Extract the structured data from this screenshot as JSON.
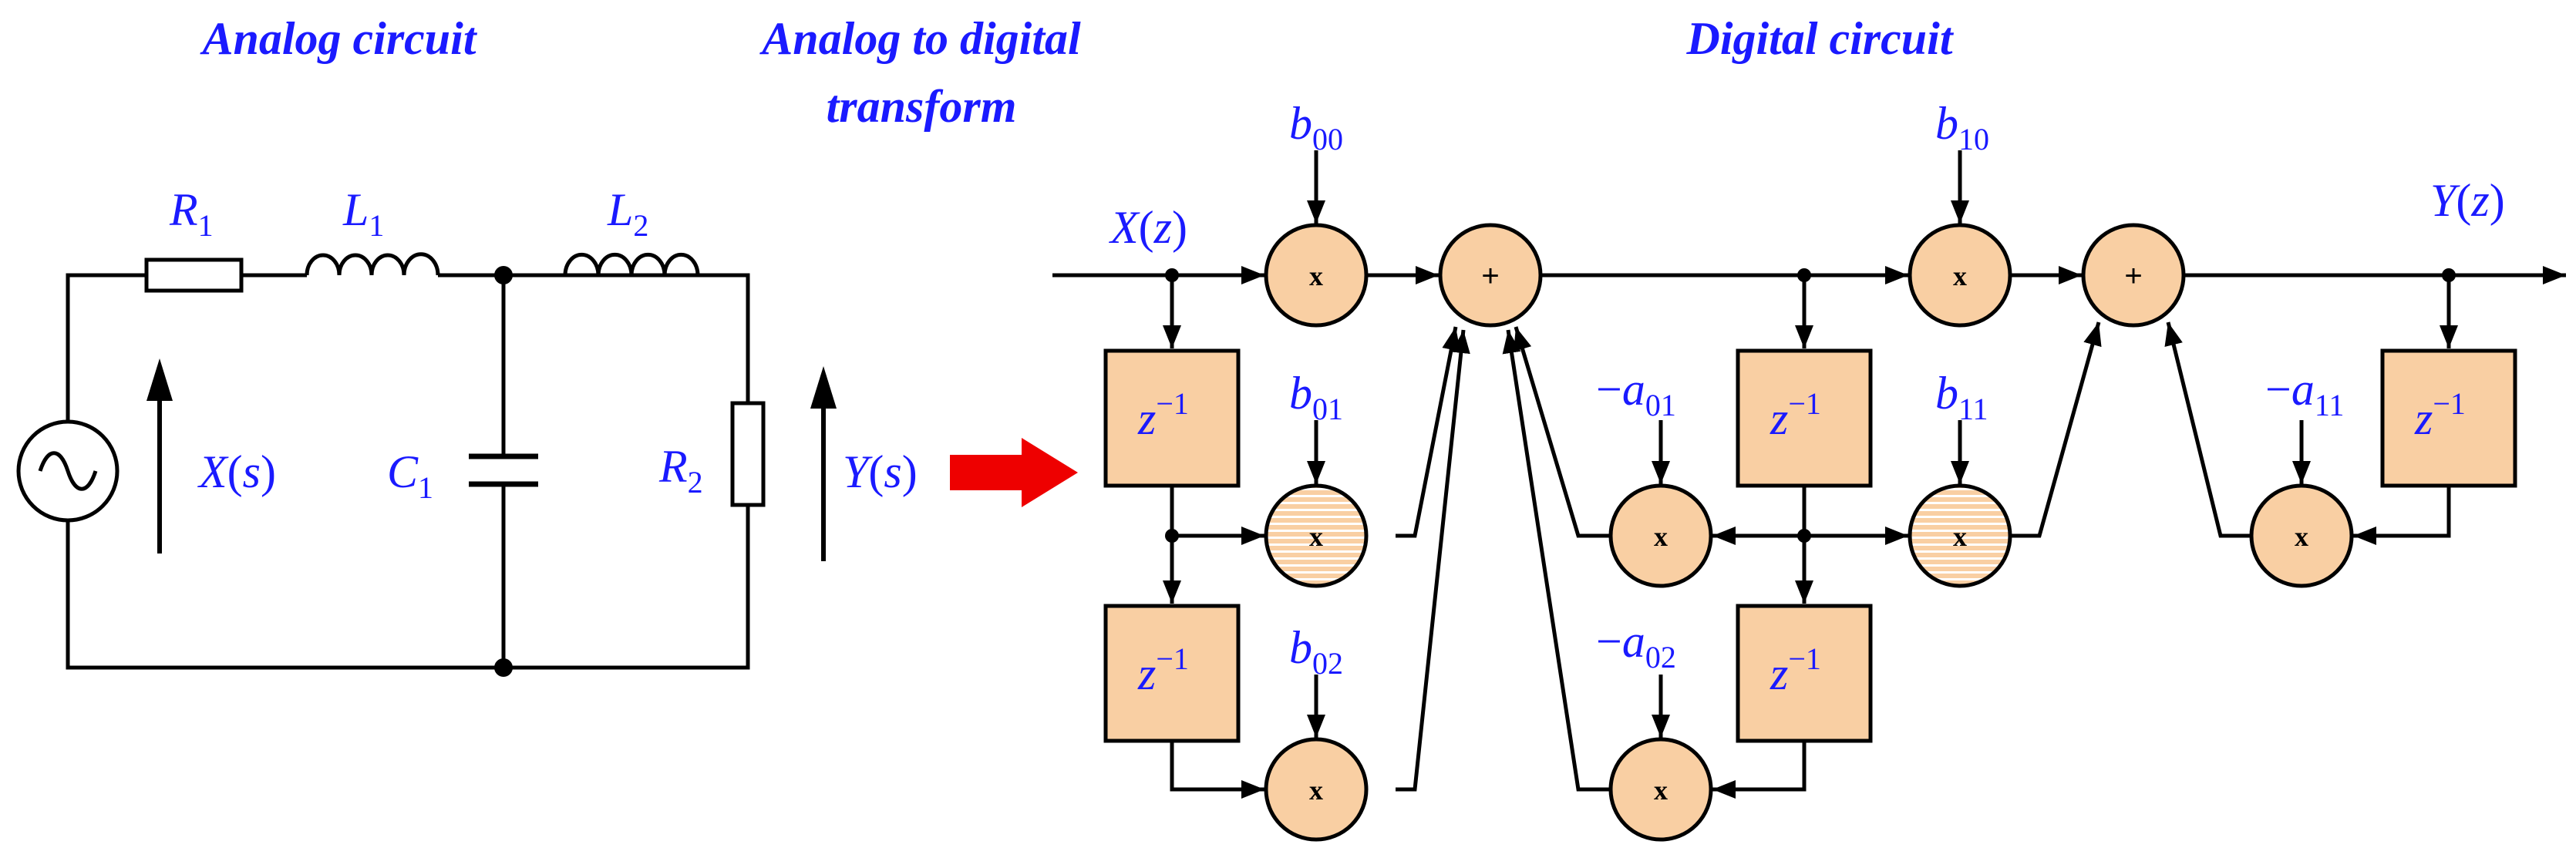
{
  "headings": {
    "analog": "Analog circuit",
    "transform_line1": "Analog to digital",
    "transform_line2": "transform",
    "digital": "Digital circuit"
  },
  "analog": {
    "r1": {
      "main": "R",
      "sub": "1"
    },
    "l1": {
      "main": "L",
      "sub": "1"
    },
    "l2": {
      "main": "L",
      "sub": "2"
    },
    "c1": {
      "main": "C",
      "sub": "1"
    },
    "r2": {
      "main": "R",
      "sub": "2"
    },
    "input": {
      "pre": "X",
      "open": "(",
      "var": "s",
      "close": ")"
    },
    "output": {
      "pre": "Y",
      "open": "(",
      "var": "s",
      "close": ")"
    }
  },
  "digital": {
    "input": {
      "pre": "X",
      "open": "(",
      "var": "z",
      "close": ")"
    },
    "output": {
      "pre": "Y",
      "open": "(",
      "var": "z",
      "close": ")"
    },
    "delay": {
      "base": "z",
      "exp": "−1"
    },
    "mult_symbol": "x",
    "sum_symbol": "+",
    "coefs": {
      "b00": {
        "sign": "",
        "main": "b",
        "sub": "00"
      },
      "b01": {
        "sign": "",
        "main": "b",
        "sub": "01"
      },
      "b02": {
        "sign": "",
        "main": "b",
        "sub": "02"
      },
      "b10": {
        "sign": "",
        "main": "b",
        "sub": "10"
      },
      "b11": {
        "sign": "",
        "main": "b",
        "sub": "11"
      },
      "a01": {
        "sign": "−",
        "main": "a",
        "sub": "01"
      },
      "a02": {
        "sign": "−",
        "main": "a",
        "sub": "02"
      },
      "a11": {
        "sign": "−",
        "main": "a",
        "sub": "11"
      }
    }
  },
  "colors": {
    "label_blue": "#1a1aff",
    "block_fill": "#f9cfa3",
    "arrow_red": "#ee0000",
    "wire": "#000000"
  }
}
